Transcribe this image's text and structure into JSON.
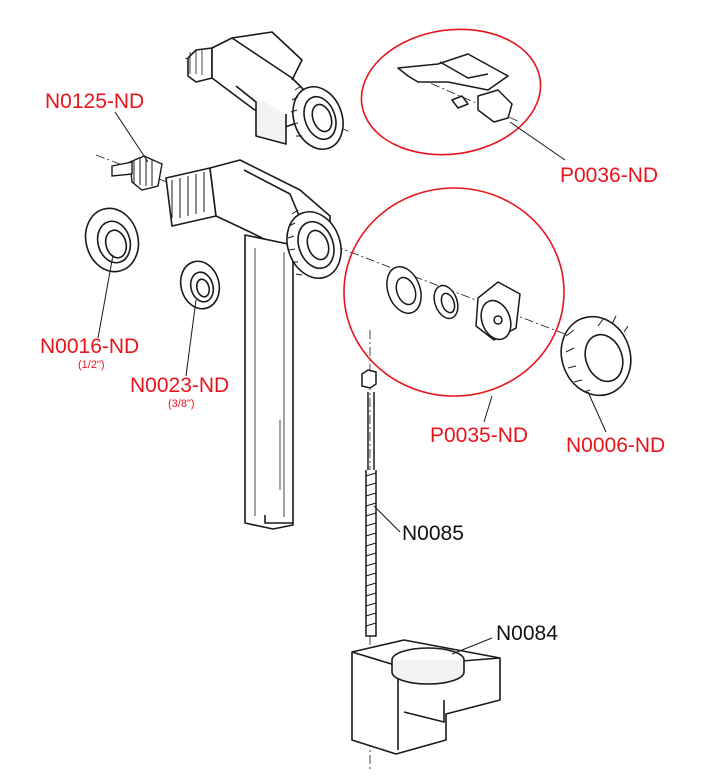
{
  "colors": {
    "spare_part": "#e8141c",
    "standard_part": "#111111",
    "line": "#1a1a1a"
  },
  "parts": {
    "n0125": {
      "code": "N0125-ND"
    },
    "p0036": {
      "code": "P0036-ND"
    },
    "n0016": {
      "code": "N0016-ND",
      "size": "(1/2\")"
    },
    "n0023": {
      "code": "N0023-ND",
      "size": "(3/8\")"
    },
    "p0035": {
      "code": "P0035-ND"
    },
    "n0006": {
      "code": "N0006-ND"
    },
    "n0085": {
      "code": "N0085"
    },
    "n0084": {
      "code": "N0084"
    }
  }
}
